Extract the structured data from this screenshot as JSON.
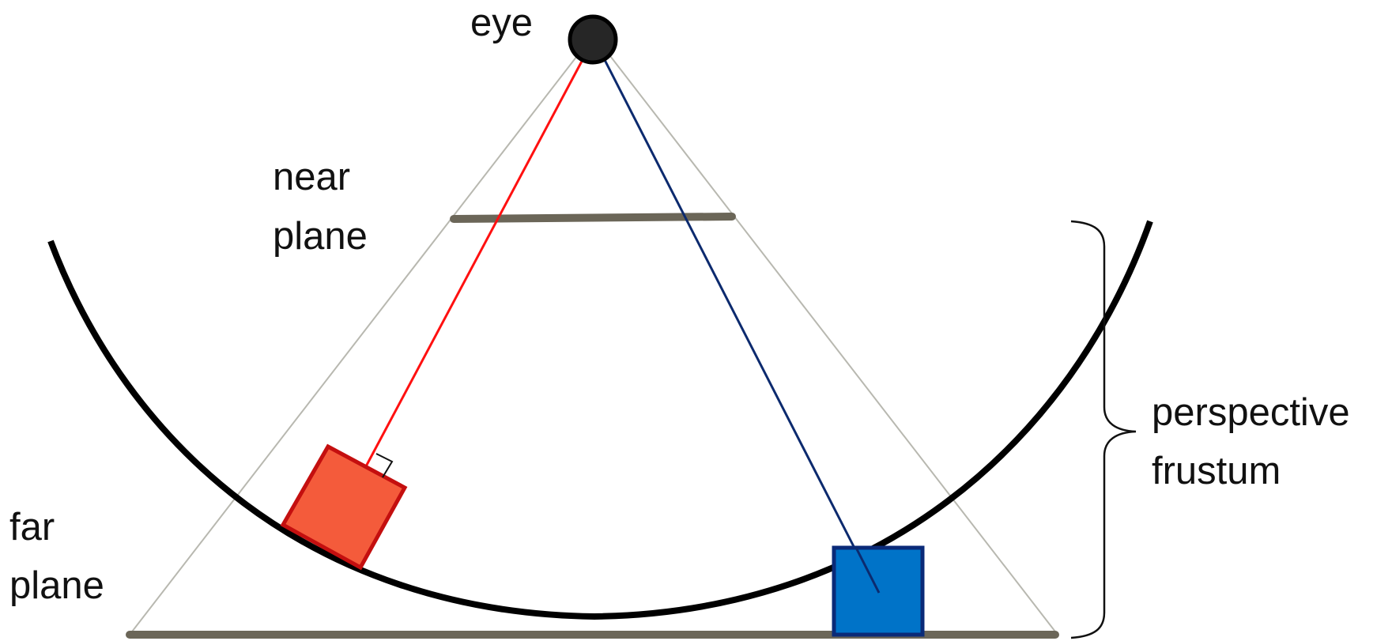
{
  "labels": {
    "eye": "eye",
    "near_plane_line1": "near",
    "near_plane_line2": "plane",
    "far_plane_line1": "far",
    "far_plane_line2": "plane",
    "frustum_line1": "perspective",
    "frustum_line2": "frustum"
  },
  "colors": {
    "frustum_edges": "#b8b8b0",
    "plane_bar": "#6b6658",
    "arc": "#000000",
    "eye_fill": "#262626",
    "red_ray": "#ff1010",
    "red_box_fill": "#f45b3b",
    "red_box_stroke": "#c40f0f",
    "blue_ray": "#0c2a6e",
    "blue_box_fill": "#0073c8",
    "blue_box_stroke": "#0a2a78",
    "brace": "#111111"
  },
  "icons": {
    "eye": "filled-circle",
    "brace": "right-curly-brace"
  }
}
